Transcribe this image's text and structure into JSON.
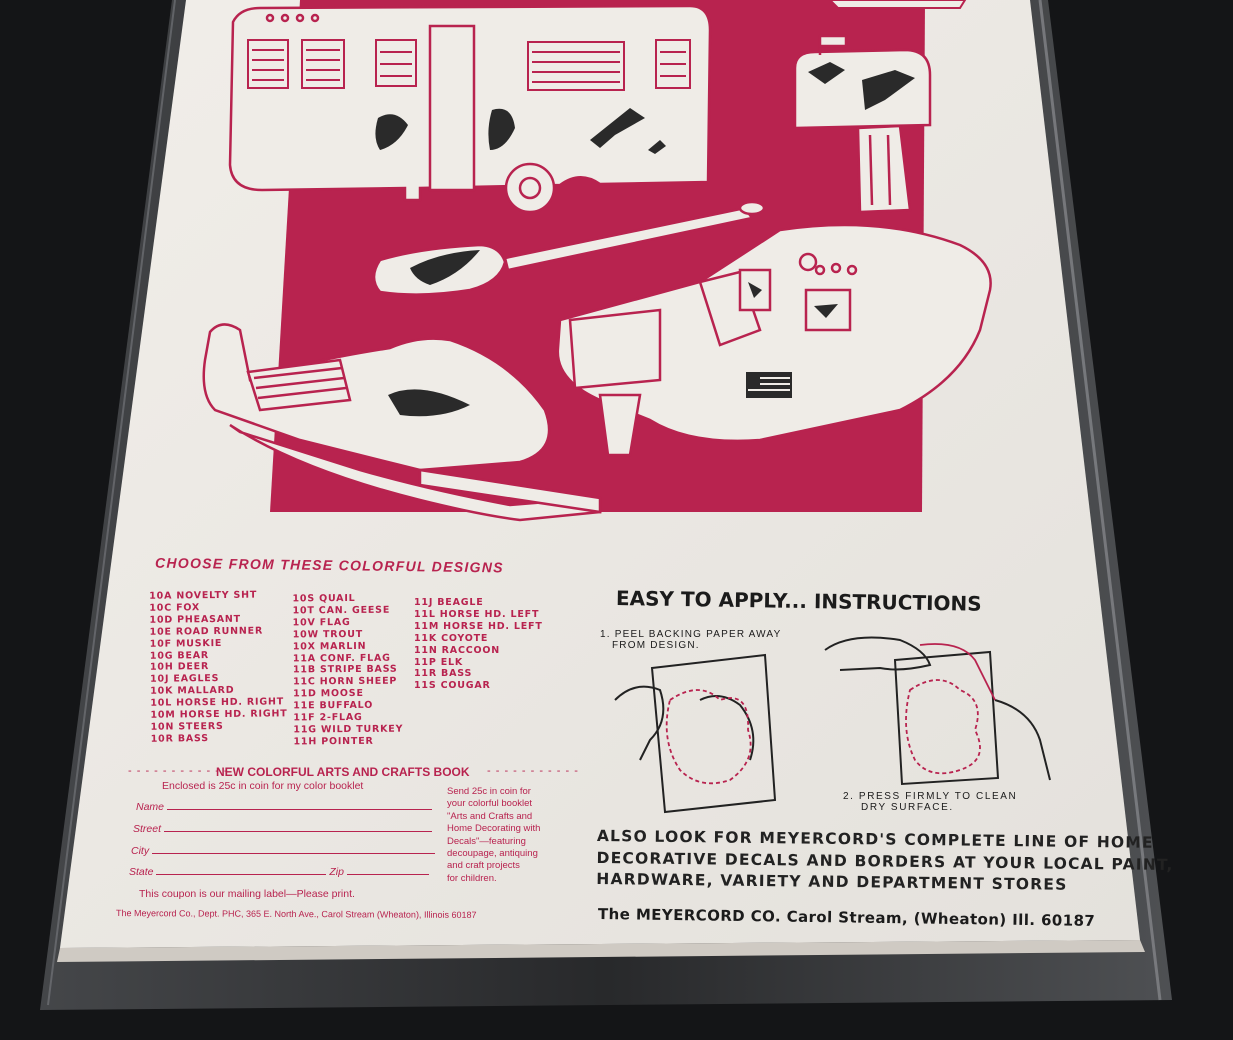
{
  "heading": "CHOOSE FROM THESE COLORFUL DESIGNS",
  "designs": {
    "col1": [
      "10A NOVELTY SHT",
      "10C FOX",
      "10D PHEASANT",
      "10E ROAD RUNNER",
      "10F MUSKIE",
      "10G BEAR",
      "10H DEER",
      "10J EAGLES",
      "10K MALLARD",
      "10L HORSE HD. RIGHT",
      "10M HORSE HD. RIGHT",
      "10N STEERS",
      "10R BASS"
    ],
    "col2": [
      "10S QUAIL",
      "10T CAN. GEESE",
      "10V FLAG",
      "10W TROUT",
      "10X MARLIN",
      "11A CONF. FLAG",
      "11B STRIPE BASS",
      "11C HORN SHEEP",
      "11D MOOSE",
      "11E BUFFALO",
      "11F 2-FLAG",
      "11G WILD TURKEY",
      "11H POINTER"
    ],
    "col3": [
      "11J BEAGLE",
      "11L HORSE HD. LEFT",
      "11M HORSE HD. LEFT",
      "11K COYOTE",
      "11N RACCOON",
      "11P ELK",
      "11R BASS",
      "11S COUGAR"
    ]
  },
  "coupon": {
    "title": "NEW COLORFUL ARTS AND CRAFTS BOOK",
    "enclosed": "Enclosed is 25c in coin for my color booklet",
    "fields": {
      "name": "Name",
      "street": "Street",
      "city": "City",
      "state": "State",
      "zip": "Zip"
    },
    "side_text": [
      "Send 25c in coin for",
      "your colorful booklet",
      "\"Arts and Crafts and",
      "Home Decorating with",
      "Decals\"—featuring",
      "decoupage, antiquing",
      "and craft projects",
      "for children."
    ],
    "mailing_label": "This coupon is our mailing label—Please print.",
    "address": "The Meyercord Co., Dept. PHC, 365 E. North Ave., Carol Stream (Wheaton), Illinois 60187"
  },
  "instructions": {
    "title": "EASY TO APPLY... INSTRUCTIONS",
    "step1": [
      "1. PEEL BACKING PAPER AWAY",
      "FROM DESIGN."
    ],
    "step2": [
      "2. PRESS FIRMLY TO CLEAN",
      "DRY SURFACE."
    ]
  },
  "also_look": [
    "ALSO LOOK FOR MEYERCORD'S COMPLETE LINE OF HOME",
    "DECORATIVE DECALS AND BORDERS AT YOUR LOCAL PAINT,",
    "HARDWARE, VARIETY AND DEPARTMENT STORES"
  ],
  "company_line": "The MEYERCORD CO. Carol Stream, (Wheaton) Ill. 60187",
  "colors": {
    "magenta": "#b8234f",
    "paper": "#eeebe6",
    "background": "#17181a",
    "ink": "#222222"
  }
}
